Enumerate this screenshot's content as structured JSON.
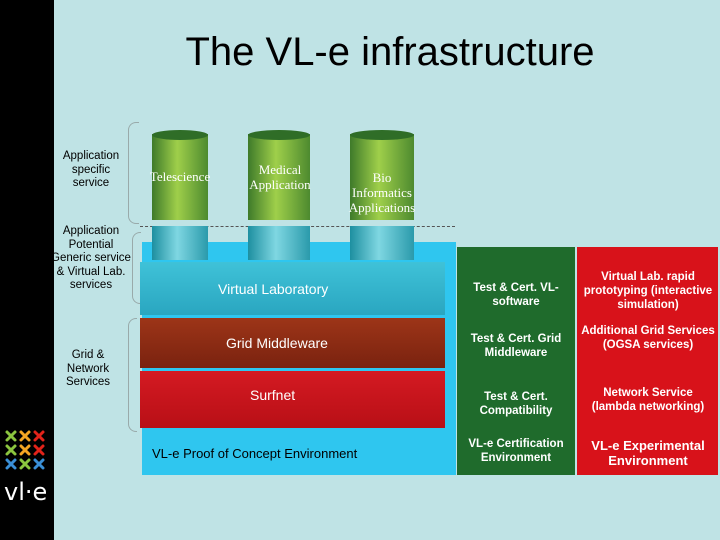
{
  "title": "The VL-e infrastructure",
  "side_labels": {
    "app_specific": "Application specific service",
    "app_potential": "Application Potential Generic service & Virtual Lab. services",
    "grid_network": "Grid & Network Services"
  },
  "cylinders": [
    "Telescience",
    "Medical Application",
    "Bio Informatics Applications"
  ],
  "layers": {
    "virtual_lab": "Virtual Laboratory",
    "grid": "Grid Middleware",
    "surfnet": "Surfnet",
    "poc": "VL-e Proof of Concept Environment"
  },
  "certification": {
    "software": "Test & Cert. VL-software",
    "middleware": "Test & Cert. Grid Middleware",
    "compat": "Test & Cert. Compatibility",
    "env": "VL-e Certification Environment"
  },
  "experimental": {
    "rapid": "Virtual Lab. rapid prototyping (interactive simulation)",
    "grid": "Additional Grid Services (OGSA services)",
    "network": "Network Service (lambda networking)",
    "env": "VL-e Experimental Environment"
  },
  "logo": {
    "text": "vl·e"
  },
  "colors": {
    "background": "#bfe3e5",
    "poc_env": "#2fc6ef",
    "virtual_lab": "#35b6cf",
    "grid": "#8e2a13",
    "surfnet": "#c6131b",
    "cert_env": "#1f6b2c",
    "exp_env": "#d8121a"
  }
}
